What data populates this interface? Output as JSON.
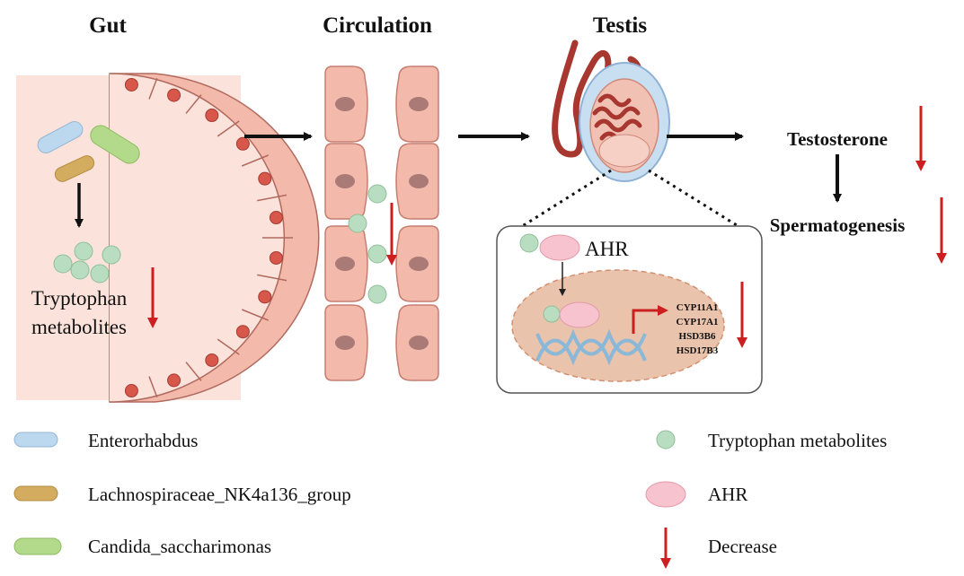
{
  "titles": {
    "gut": "Gut",
    "circulation": "Circulation",
    "testis": "Testis"
  },
  "gut": {
    "label_line1": "Tryptophan",
    "label_line2": "metabolites"
  },
  "testis_inset": {
    "receptor": "AHR",
    "genes": [
      "CYP11A1",
      "CYP17A1",
      "HSD3B6",
      "HSD17B3"
    ]
  },
  "outcomes": {
    "testosterone": "Testosterone",
    "spermatogenesis": "Spermatogenesis"
  },
  "legend": {
    "left": [
      {
        "label": "Enterorhabdus",
        "color": "#bcd8ef"
      },
      {
        "label": "Lachnospiraceae_NK4a136_group",
        "color": "#d4ac5f"
      },
      {
        "label": "Candida_saccharimonas",
        "color": "#b3d98a"
      }
    ],
    "right": [
      {
        "label": "Tryptophan metabolites",
        "color": "#b9ddc0"
      },
      {
        "label": "AHR",
        "color": "#f7c3cf"
      },
      {
        "label": "Decrease",
        "color": "#cc1f1f"
      }
    ]
  },
  "colors": {
    "cell": "#f3b9aa",
    "nucleus": "#d8574b",
    "lumen": "#fbe3dc",
    "decrease_arrow": "#cc1f1f",
    "metabolite": "#b9ddc0",
    "ahr": "#f7c3cf",
    "testis_tubule": "#a8372f",
    "nucleus_inset": "#e9c3ac"
  }
}
